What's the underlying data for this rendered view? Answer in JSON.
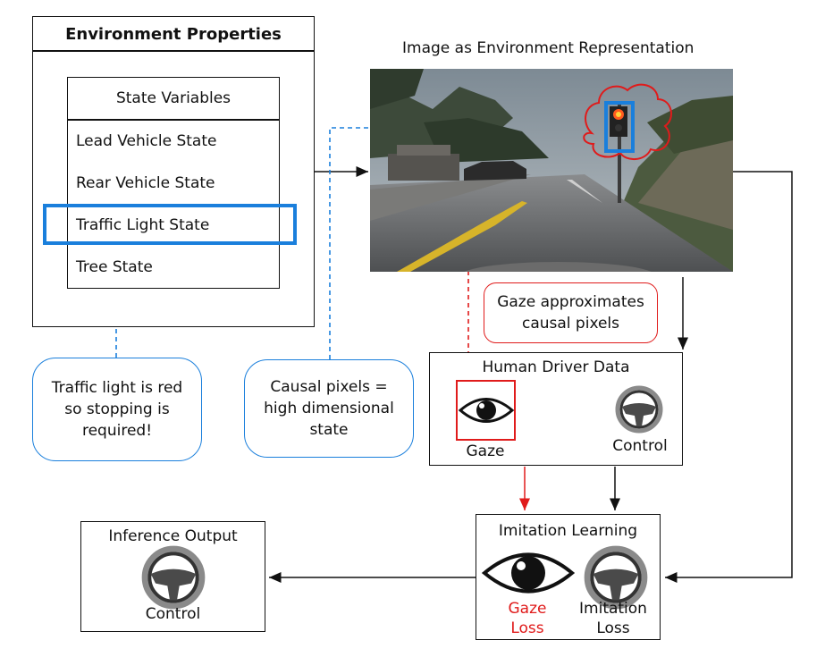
{
  "env": {
    "title": "Environment Properties",
    "state_header": "State Variables",
    "states": [
      "Lead Vehicle State",
      "Rear Vehicle State",
      "Traffic Light State",
      "Tree State"
    ]
  },
  "image": {
    "caption": "Image as Environment Representation"
  },
  "callouts": {
    "red_light": "Traffic light is red\nso stopping is\nrequired!",
    "causal": "Causal pixels =\nhigh dimensional\nstate",
    "gaze_approx": "Gaze approximates\ncausal pixels"
  },
  "human": {
    "title": "Human Driver Data",
    "gaze_label": "Gaze",
    "control_label": "Control"
  },
  "imitation": {
    "title": "Imitation Learning",
    "gaze_loss": "Gaze\nLoss",
    "imitation_loss": "Imitation\nLoss"
  },
  "inference": {
    "title": "Inference Output",
    "control_label": "Control"
  },
  "colors": {
    "blue": "#1a7fdc",
    "red": "#e01b1b",
    "black": "#111111"
  },
  "icons": [
    "eye-icon",
    "steering-wheel-icon",
    "traffic-light-icon"
  ]
}
